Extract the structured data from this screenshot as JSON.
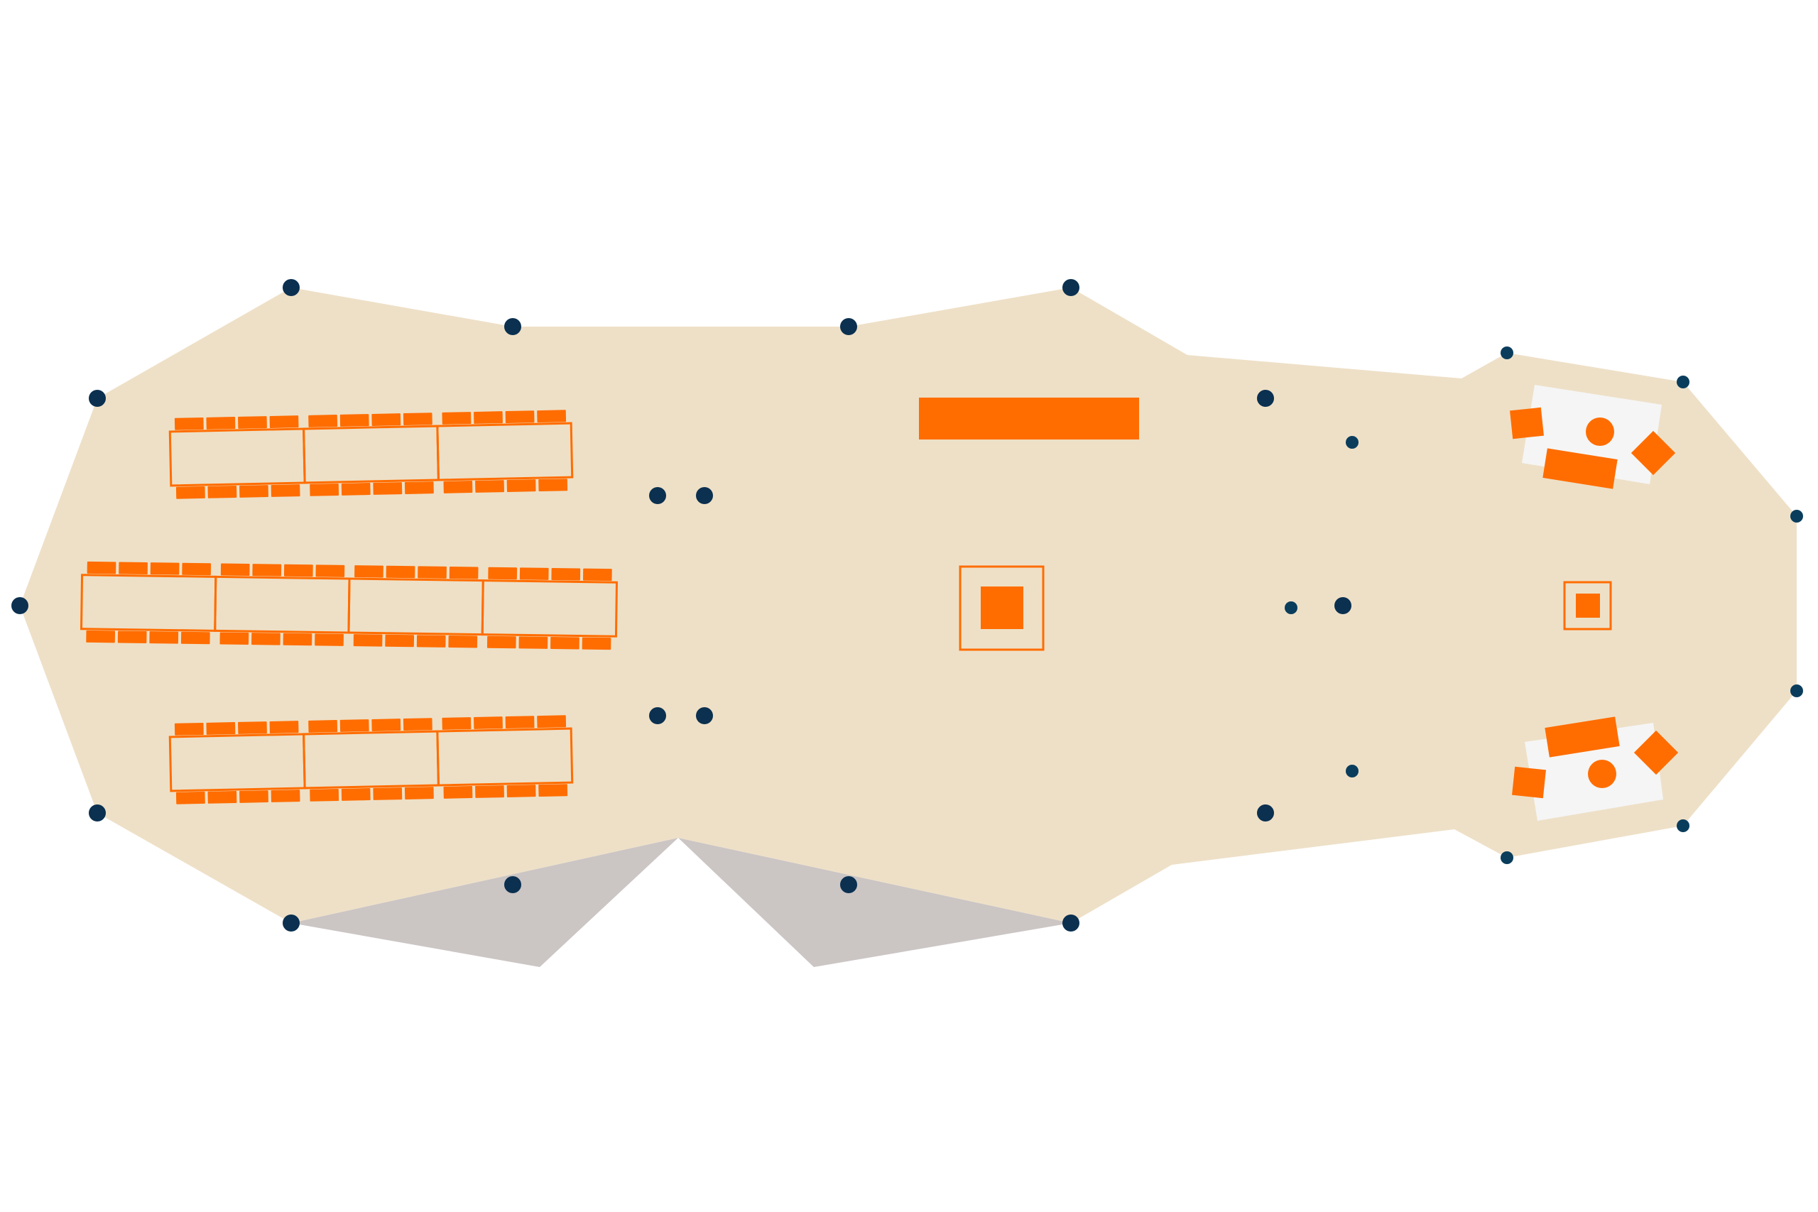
{
  "colors": {
    "background": "#ffffff",
    "floor": "#eee0c7",
    "wing": "#cbc5c4",
    "accent": "#ff6d00",
    "column": "#0b3050",
    "small_column": "#0a3d5c",
    "lounge_rug": "#f5f5f5"
  },
  "elements": {
    "banquet_rows": 3,
    "tables_per_row": [
      3,
      4,
      3
    ],
    "chairs_per_table_side": 4,
    "bar_counters": 1,
    "center_platform": 1,
    "small_platform": 1,
    "lounge_areas": 2
  }
}
